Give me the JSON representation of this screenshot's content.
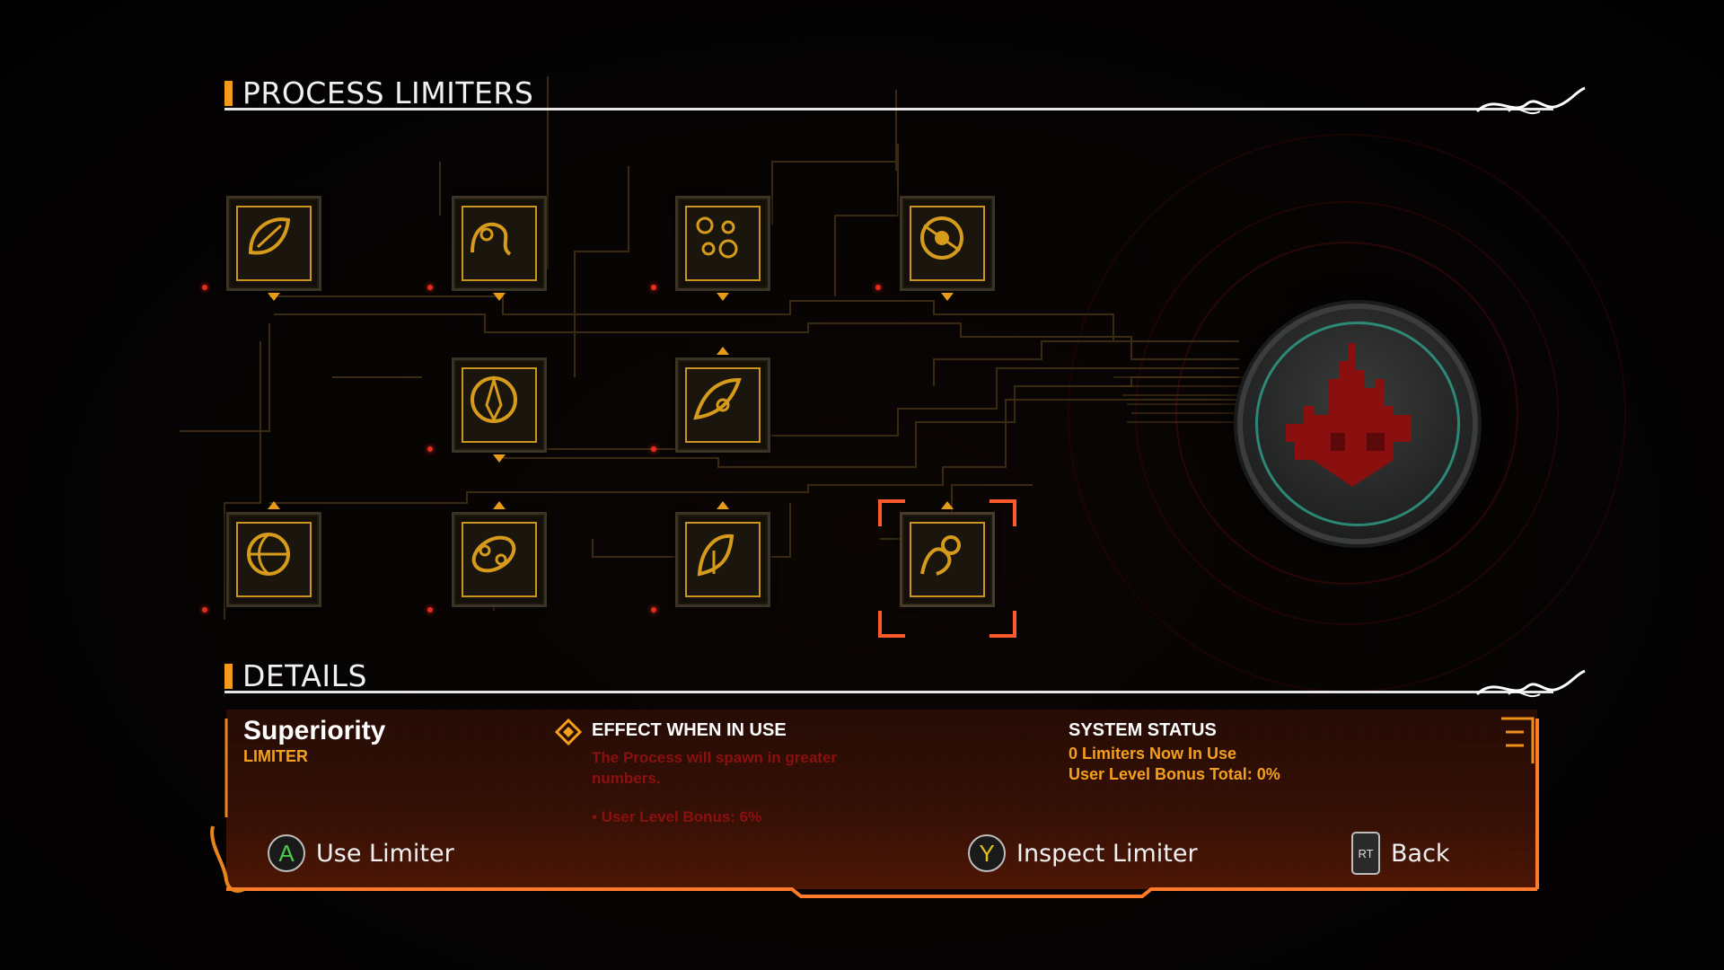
{
  "header": {
    "title": "PROCESS LIMITERS"
  },
  "details_header": {
    "title": "DETAILS"
  },
  "limiters": [
    {
      "icon": "leaf-glyph-icon"
    },
    {
      "icon": "serpent-glyph-icon"
    },
    {
      "icon": "cluster-glyph-icon"
    },
    {
      "icon": "orbit-glyph-icon"
    },
    {
      "icon": "shield-glyph-icon"
    },
    {
      "icon": "wing-glyph-icon"
    },
    {
      "icon": "sphere-glyph-icon"
    },
    {
      "icon": "loop-glyph-icon"
    },
    {
      "icon": "figure-glyph-icon"
    },
    {
      "icon": "figure-orb-glyph-icon"
    }
  ],
  "details": {
    "name": "Superiority",
    "type": "LIMITER",
    "effect_title": "EFFECT WHEN IN USE",
    "effect_desc": "The Process will spawn in greater numbers.",
    "effect_bonus": "• User Level Bonus: 6%",
    "status_title": "SYSTEM STATUS",
    "status_limiters": "0 Limiters Now In Use",
    "status_bonus": "User Level Bonus Total: 0%"
  },
  "actions": {
    "use": {
      "button": "A",
      "label": "Use Limiter"
    },
    "inspect": {
      "button": "Y",
      "label": "Inspect Limiter"
    },
    "back": {
      "button": "RT",
      "label": "Back"
    }
  },
  "colors": {
    "accent": "#f39a1a",
    "panel": "#3a1207",
    "highlight": "#ff5a2c",
    "effect_text": "#8c1010"
  }
}
